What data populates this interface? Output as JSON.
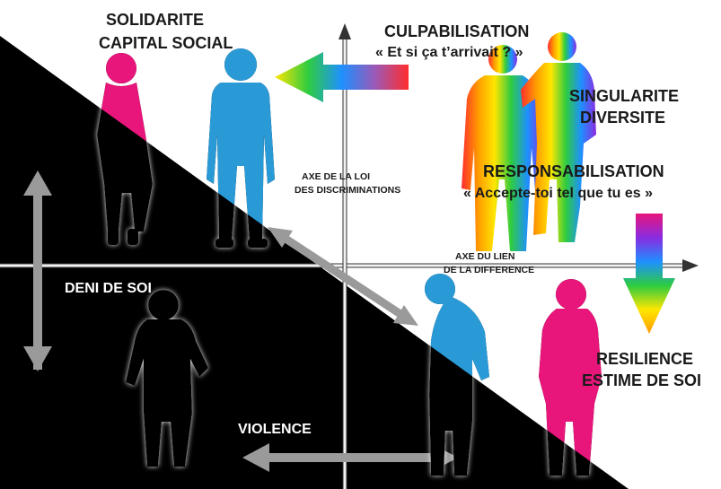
{
  "labels": {
    "solidarite": "SOLIDARITE",
    "capital_social": "CAPITAL SOCIAL",
    "culpabilisation": "CULPABILISATION",
    "et_si": "« Et si ça t’arrivait ? »",
    "singularite": "SINGULARITE",
    "diversite": "DIVERSITE",
    "responsabilisation": "RESPONSABILISATION",
    "accepte_toi": "« Accepte-toi tel que tu es »",
    "axe_loi_1": "AXE DE LA LOI",
    "axe_loi_2": "DES DISCRIMINATIONS",
    "axe_lien_1": "AXE DU LIEN",
    "axe_lien_2": "DE LA DIFFERENCE",
    "deni": "DENI DE SOI",
    "violence": "VIOLENCE",
    "resilience": "RESILIENCE",
    "estime": "ESTIME DE SOI"
  },
  "colors": {
    "background": "#ffffff",
    "dark_zone": "#000000",
    "axis": "#f2f2f2",
    "arrow_gray": "#9a9a9a",
    "pink": "#e8157a",
    "blue": "#2a9ad6"
  }
}
